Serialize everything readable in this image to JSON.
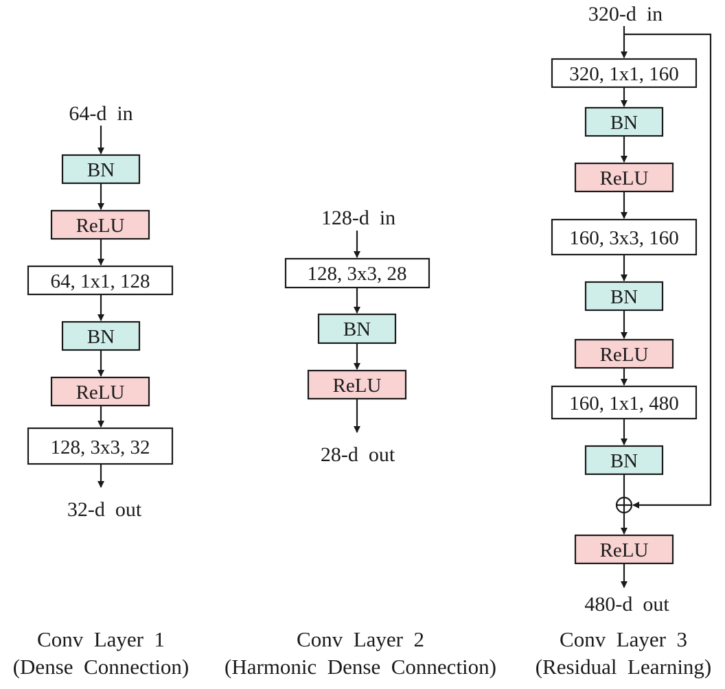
{
  "colors": {
    "bn_fill": "#cfeeea",
    "relu_fill": "#f9d2d2",
    "conv_fill": "#ffffff",
    "stroke": "#1a1a1a"
  },
  "columns": [
    {
      "input": "64-d  in",
      "blocks": [
        {
          "type": "bn",
          "label": "BN"
        },
        {
          "type": "relu",
          "label": "ReLU"
        },
        {
          "type": "conv",
          "label": "64, 1x1, 128"
        },
        {
          "type": "bn",
          "label": "BN"
        },
        {
          "type": "relu",
          "label": "ReLU"
        },
        {
          "type": "conv",
          "label": "128, 3x3, 32"
        }
      ],
      "output": "32-d  out",
      "caption_line1": "Conv  Layer  1",
      "caption_line2": "(Dense  Connection)"
    },
    {
      "input": "128-d  in",
      "blocks": [
        {
          "type": "conv",
          "label": "128, 3x3, 28"
        },
        {
          "type": "bn",
          "label": "BN"
        },
        {
          "type": "relu",
          "label": "ReLU"
        }
      ],
      "output": "28-d  out",
      "caption_line1": "Conv  Layer  2",
      "caption_line2": "(Harmonic  Dense  Connection)"
    },
    {
      "input": "320-d  in",
      "blocks": [
        {
          "type": "conv",
          "label": "320, 1x1, 160"
        },
        {
          "type": "bn",
          "label": "BN"
        },
        {
          "type": "relu",
          "label": "ReLU"
        },
        {
          "type": "conv",
          "label": "160, 3x3, 160"
        },
        {
          "type": "bn",
          "label": "BN"
        },
        {
          "type": "relu",
          "label": "ReLU"
        },
        {
          "type": "conv",
          "label": "160, 1x1, 480"
        },
        {
          "type": "bn",
          "label": "BN"
        },
        {
          "type": "add",
          "label": ""
        },
        {
          "type": "relu",
          "label": "ReLU"
        }
      ],
      "output": "480-d  out",
      "caption_line1": "Conv  Layer  3",
      "caption_line2": "(Residual  Learning)"
    }
  ]
}
